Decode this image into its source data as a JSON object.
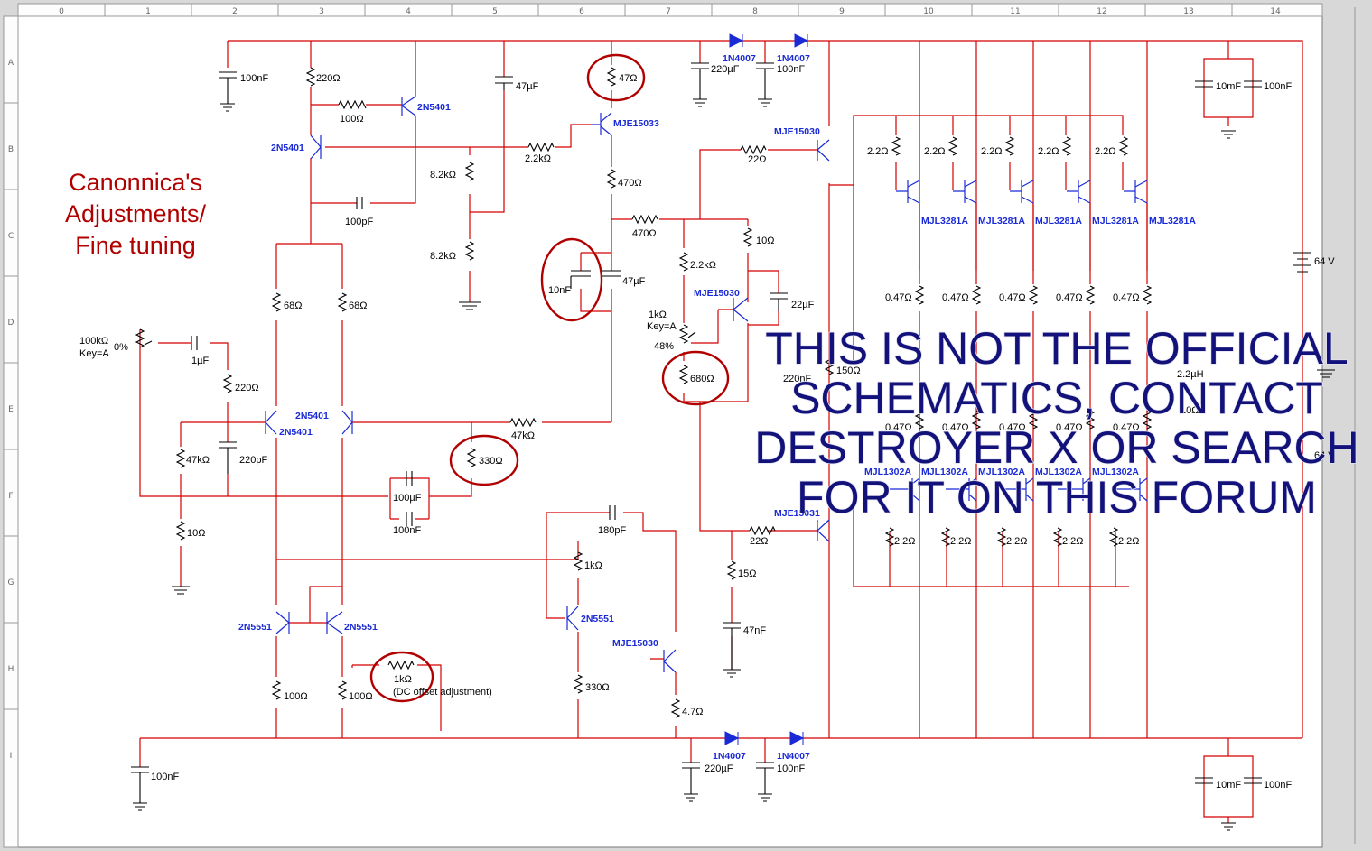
{
  "grid": {
    "columns": [
      "0",
      "1",
      "2",
      "3",
      "4",
      "5",
      "6",
      "7",
      "8",
      "9",
      "10",
      "11",
      "12",
      "13",
      "14"
    ],
    "rows": [
      "A",
      "B",
      "C",
      "D",
      "E",
      "F",
      "G",
      "H",
      "I"
    ]
  },
  "annotation": {
    "lines": [
      "Canonnica's",
      "Adjustments/",
      "Fine tuning"
    ]
  },
  "watermark": {
    "lines": [
      "THIS IS NOT THE OFFICIAL",
      "SCHEMATICS, CONTACT",
      "DESTROYER X OR SEARCH",
      "FOR IT ON THIS FORUM"
    ]
  },
  "components": {
    "c_in_top": "100nF",
    "r_220_a": "220Ω",
    "r_100_a": "100Ω",
    "q_2n5401_a": "2N5401",
    "q_2n5401_b": "2N5401",
    "c_100pf": "100pF",
    "c_47u_a": "47µF",
    "r_8k2_a": "8.2kΩ",
    "r_8k2_b": "8.2kΩ",
    "r_2k2_a": "2.2kΩ",
    "r_47_top": "47Ω",
    "q_mje15033": "MJE15033",
    "r_470_a": "470Ω",
    "r_470_b": "470Ω",
    "c_10n": "10nF",
    "c_47u_b": "47µF",
    "d_1n4007_a": "1N4007",
    "d_1n4007_b": "1N4007",
    "c_220u_a": "220µF",
    "c_100n_a": "100nF",
    "r_22_a": "22Ω",
    "q_mje15030_a": "MJE15030",
    "r_2k2_b": "2.2kΩ",
    "r_10_a": "10Ω",
    "q_mje15030_b": "MJE15030",
    "c_22u": "22µF",
    "pot_1k": "1kΩ",
    "pot_key": "Key=A",
    "pot_pct": "48%",
    "r_680": "680Ω",
    "c_220n": "220nF",
    "r_150": "150Ω",
    "pot_100k": "100kΩ",
    "pot_100k_key": "Key=A",
    "pot_100k_pct": "0%",
    "c_1u": "1µF",
    "r_220_b": "220Ω",
    "r_68_a": "68Ω",
    "r_68_b": "68Ω",
    "q_2n5401_c": "2N5401",
    "q_2n5401_d": "2N5401",
    "r_47k_a": "47kΩ",
    "c_220p": "220pF",
    "r_10_b": "10Ω",
    "r_47k_b": "47kΩ",
    "r_330_a": "330Ω",
    "c_100u": "100µF",
    "c_100n_b": "100nF",
    "c_180p": "180pF",
    "r_1k_a": "1kΩ",
    "q_2n5551_c": "2N5551",
    "q_mje15030_c": "MJE15030",
    "r_330_b": "330Ω",
    "r_4r7": "4.7Ω",
    "r_22_b": "22Ω",
    "q_mje15031": "MJE15031",
    "r_15": "15Ω",
    "c_47n": "47nF",
    "q_2n5551_a": "2N5551",
    "q_2n5551_b": "2N5551",
    "r_100_b": "100Ω",
    "r_100_c": "100Ω",
    "r_1k_dc": "1kΩ",
    "dc_note": "(DC offset adjustment)",
    "d_1n4007_c": "1N4007",
    "d_1n4007_d": "1N4007",
    "c_220u_b": "220µF",
    "c_100n_c": "100nF",
    "c_in_bot": "100nF",
    "c_10m_a": "10mF",
    "c_100n_d": "100nF",
    "c_10m_b": "10mF",
    "c_100n_e": "100nF",
    "v_top": "64 V",
    "v_bot": "64 V",
    "l_2u2": "2.2µH",
    "r_10_out": "10Ω",
    "out_upper_res": "2.2Ω",
    "out_upper_q": "MJL3281A",
    "out_emit_res": "0.47Ω",
    "out_lower_res": "2.2Ω",
    "out_lower_q": "MJL1302A",
    "out_emit_res_b": "0.47Ω"
  },
  "colors": {
    "wire": "#d40000",
    "part": "#1a2bd6",
    "annotation": "#b00000",
    "watermark": "#12127a"
  }
}
